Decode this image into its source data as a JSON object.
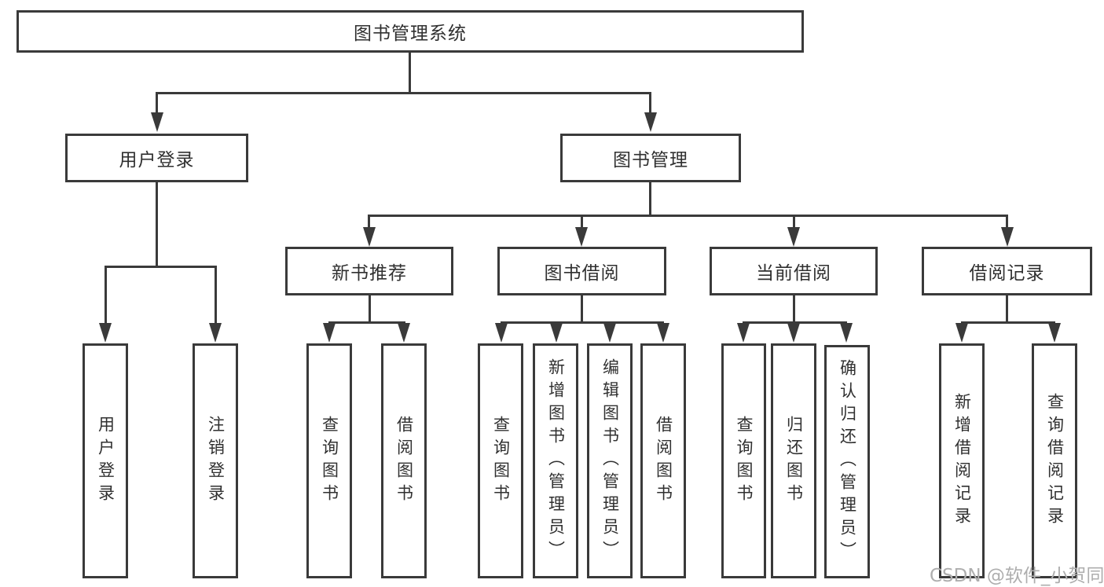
{
  "diagram_title": "图书管理系统",
  "root": {
    "label": "图书管理系统"
  },
  "level2": [
    {
      "label": "用户登录"
    },
    {
      "label": "图书管理"
    }
  ],
  "level3": [
    {
      "label": "新书推荐"
    },
    {
      "label": "图书借阅"
    },
    {
      "label": "当前借阅"
    },
    {
      "label": "借阅记录"
    }
  ],
  "leaves": {
    "user_login": [
      "用户登录",
      "注销登录"
    ],
    "new_book_recommend": [
      "查询图书",
      "借阅图书"
    ],
    "book_borrow": [
      "查询图书",
      "新增图书（管理员）",
      "编辑图书（管理员）",
      "借阅图书"
    ],
    "current_borrow": [
      "查询图书",
      "归还图书",
      "确认归还（管理员）"
    ],
    "borrow_records": [
      "新增借阅记录",
      "查询借阅记录"
    ]
  },
  "watermark": {
    "text": "CSDN @软件_小贺同学"
  },
  "colors": {
    "line": "#3a3a3a",
    "text": "#303030",
    "box_background": "#ffffff",
    "watermark": "#aeaeae",
    "page_background": "#ffffff"
  }
}
